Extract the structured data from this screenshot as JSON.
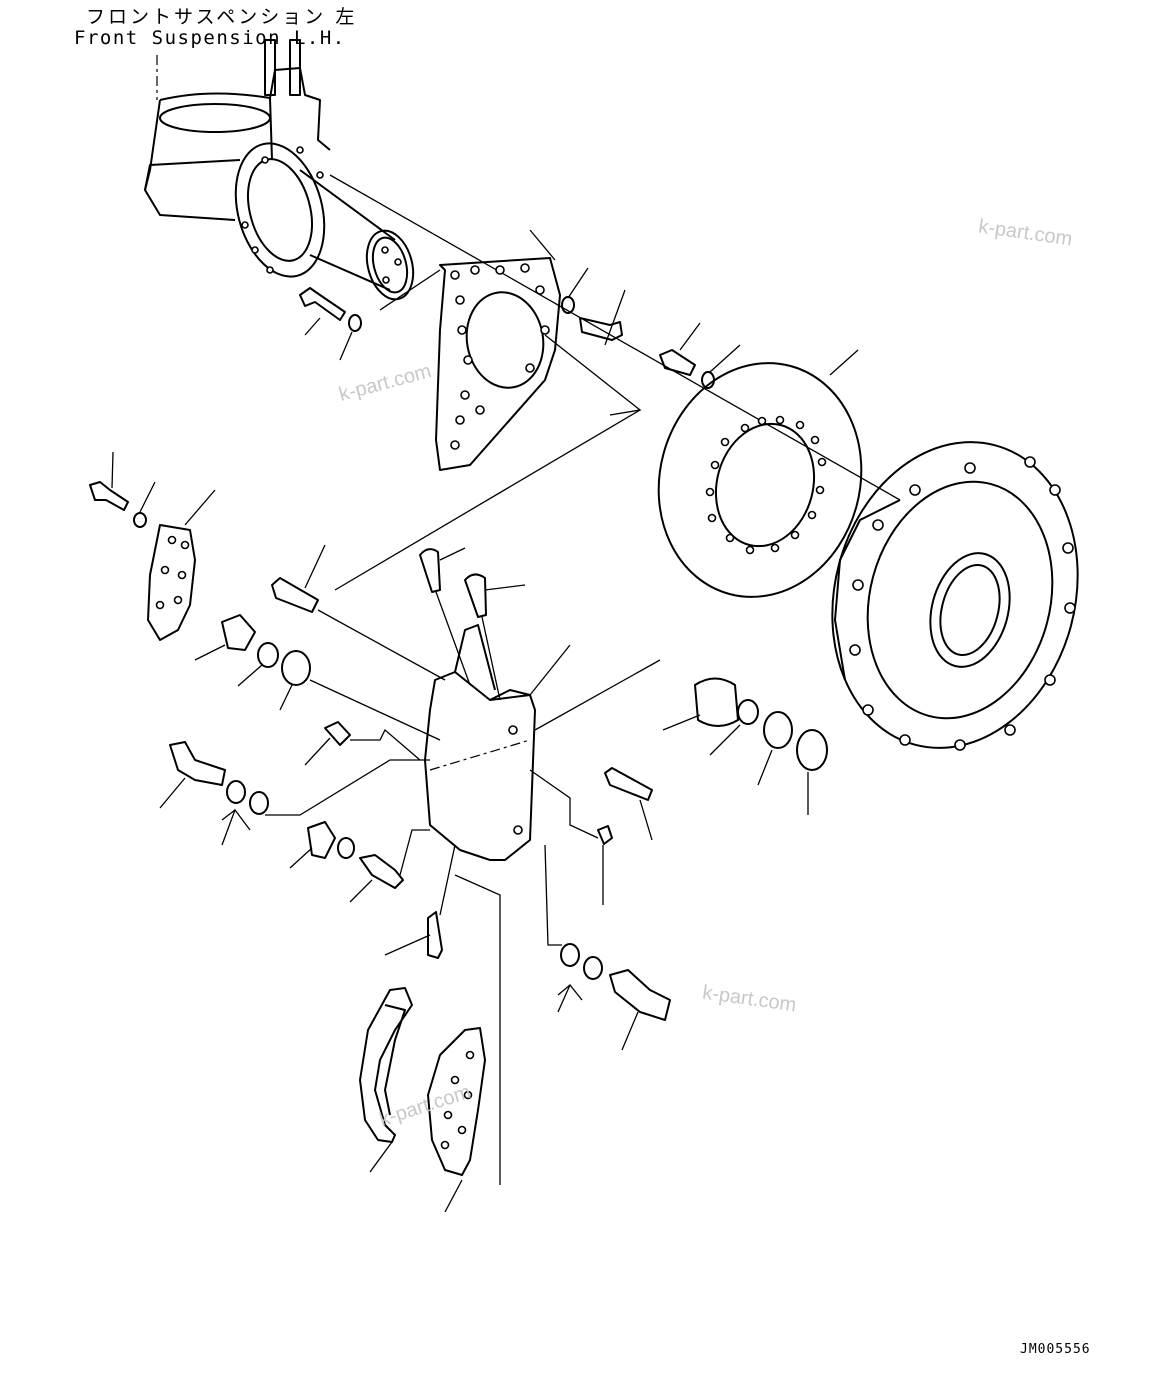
{
  "title": {
    "japanese": "フロントサスペンション 左",
    "english": "Front Suspension L.H."
  },
  "drawing_id": "JM005556",
  "watermarks": [
    "k-part.com",
    "k-part.com",
    "k-part.com",
    "k-part.com"
  ]
}
